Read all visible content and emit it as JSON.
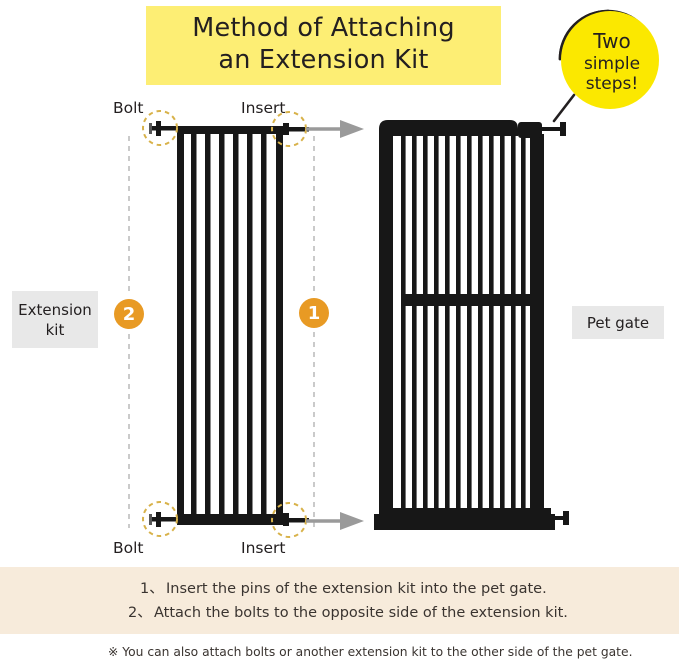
{
  "title": {
    "line1": "Method of Attaching",
    "line2": "an Extension Kit",
    "highlight_color": "#fdee74"
  },
  "badge": {
    "line1": "Two",
    "line2": "simple",
    "line3": "steps!",
    "fill_color": "#fbe800",
    "outline_color": "#231f20"
  },
  "diagram": {
    "labels": {
      "bolt_top": "Bolt",
      "insert_top": "Insert",
      "bolt_bottom": "Bolt",
      "insert_bottom": "Insert",
      "extension_kit": "Extension kit",
      "pet_gate": "Pet gate"
    },
    "steps": {
      "step1": "1",
      "step2": "2",
      "circle_color": "#e89a24"
    },
    "callout_circle_color": "#d8b24a",
    "arrow_color": "#9a9a9a",
    "guide_line_color": "#b3b3b3",
    "part_color": "#171717"
  },
  "footer": {
    "background_color": "#f7ebdb",
    "instructions": [
      {
        "num": "1、",
        "text": "Insert the pins of the extension kit into the pet gate."
      },
      {
        "num": "2、",
        "text": "Attach the bolts to the opposite side of the extension kit."
      }
    ],
    "note": "※ You can also attach bolts or another extension kit to the other side of the pet gate."
  }
}
